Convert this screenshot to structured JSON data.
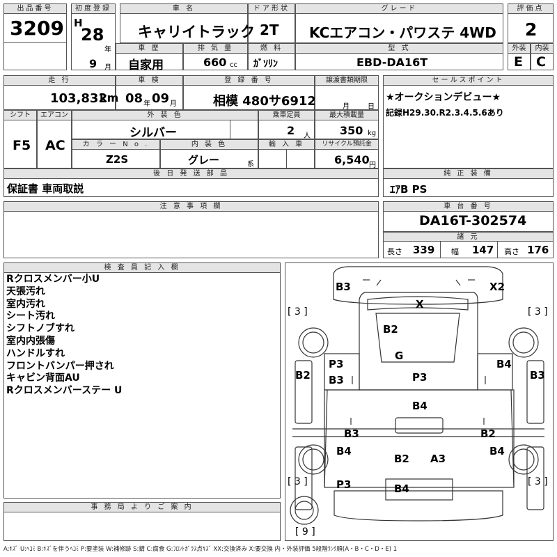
{
  "headers": {
    "lot": "出品番号",
    "first_reg": "初度登録",
    "car_name": "車 名",
    "door": "ドア形状",
    "grade": "グレード",
    "score": "評価点",
    "history": "車 歴",
    "displacement": "排 気 量",
    "fuel": "燃 料",
    "model_code": "型 式",
    "exterior": "外装",
    "interior": "内装",
    "mileage": "走 行",
    "inspection": "車 検",
    "reg_no": "登 録 番 号",
    "transfer": "譲渡書類期限",
    "sales_point": "セールスポイント",
    "shift": "シフト",
    "aircon": "エアコン",
    "ext_color": "外 装 色",
    "capacity": "乗車定員",
    "max_load": "最大積載量",
    "color_no": "カ ラ ー N o .",
    "int_color": "内 装 色",
    "import": "輸 入 車",
    "recycle": "リサイクル預託金",
    "later_parts": "後 日 発 送 部 品",
    "genuine": "純 正 装 備",
    "notes": "注 意 事 項 欄",
    "chassis": "車 台 番 号",
    "specs": "諸 元",
    "inspector": "検 査 員 記 入 欄",
    "office": "事 務 局 よ り ご 案 内"
  },
  "vehicle": {
    "lot_no": "3209",
    "era": "H",
    "year": "28",
    "year_unit": "年",
    "month": "9",
    "month_unit": "月",
    "name": "キャリイトラック",
    "door": "2T",
    "grade": "KCエアコン・パワステ 4WD",
    "score": "2",
    "history": "自家用",
    "displacement": "660",
    "cc": "cc",
    "fuel": "ｶﾞｿﾘﾝ",
    "model_code": "EBD-DA16T",
    "exterior_grade": "E",
    "interior_grade": "C",
    "mileage": "103,832",
    "km": "km",
    "inspection_year": "08",
    "inspection_month": "09",
    "reg_no": "相模 480サ6912",
    "month_label": "月",
    "day_label": "日",
    "shift": "F5",
    "aircon": "AC",
    "ext_color": "シルバー",
    "capacity": "2",
    "person_unit": "人",
    "max_load": "350",
    "kg": "kg",
    "color_no": "Z2S",
    "int_color": "グレー",
    "kei": "系",
    "recycle": "6,540",
    "yen": "円",
    "later_parts": "保証書 車両取説",
    "genuine": "ｴｱB PS",
    "chassis_no": "DA16T-302574",
    "length_label": "長さ",
    "length": "339",
    "width_label": "幅",
    "width": "147",
    "height_label": "高さ",
    "height": "176"
  },
  "sales_point": {
    "line1": "★オークションデビュー★",
    "line2": "記録H29.30.R2.3.4.5.6あり"
  },
  "inspector_notes": [
    "Rクロスメンバー小U",
    "天張汚れ",
    "室内汚れ",
    "シート汚れ",
    "シフトノブすれ",
    "室内内張傷",
    "ハンドルすれ",
    "フロントバンパー押され",
    "キャビン背面AU",
    "Rクロスメンバーステー U"
  ],
  "diagram_marks": {
    "b3_top": "B3",
    "x2": "X2",
    "x": "X",
    "b2_cab": "B2",
    "g": "G",
    "p3_left": "P3",
    "b3_left": "B3",
    "p3_center": "P3",
    "b4_right": "B4",
    "b2_left": "B2",
    "b3_right": "B3",
    "b4_mid": "B4",
    "b3_bar_left": "B3",
    "b2_bar_right": "B2",
    "b4_left_low": "B4",
    "b2_bed": "B2",
    "a3": "A3",
    "b4_right_low": "B4",
    "p3_low": "P3",
    "b4_bottom": "B4",
    "tire_fl": "3",
    "tire_fr": "3",
    "tire_rl": "3",
    "tire_rr": "3",
    "spare": "9"
  },
  "legend": "A:ｷｽﾞ U:ﾍｺﾐ B:ｷｽﾞを伴うﾍｺﾐ P:要塗装 W:補修跡 S:錆 C:腐食 G:ﾌﾛﾝﾄｶﾞﾗｽ点ｷｽﾞ XX:交換済み X:要交換 内・外装評価 5段階ﾗﾝｸ順(A・B・C・D・E) 1"
}
